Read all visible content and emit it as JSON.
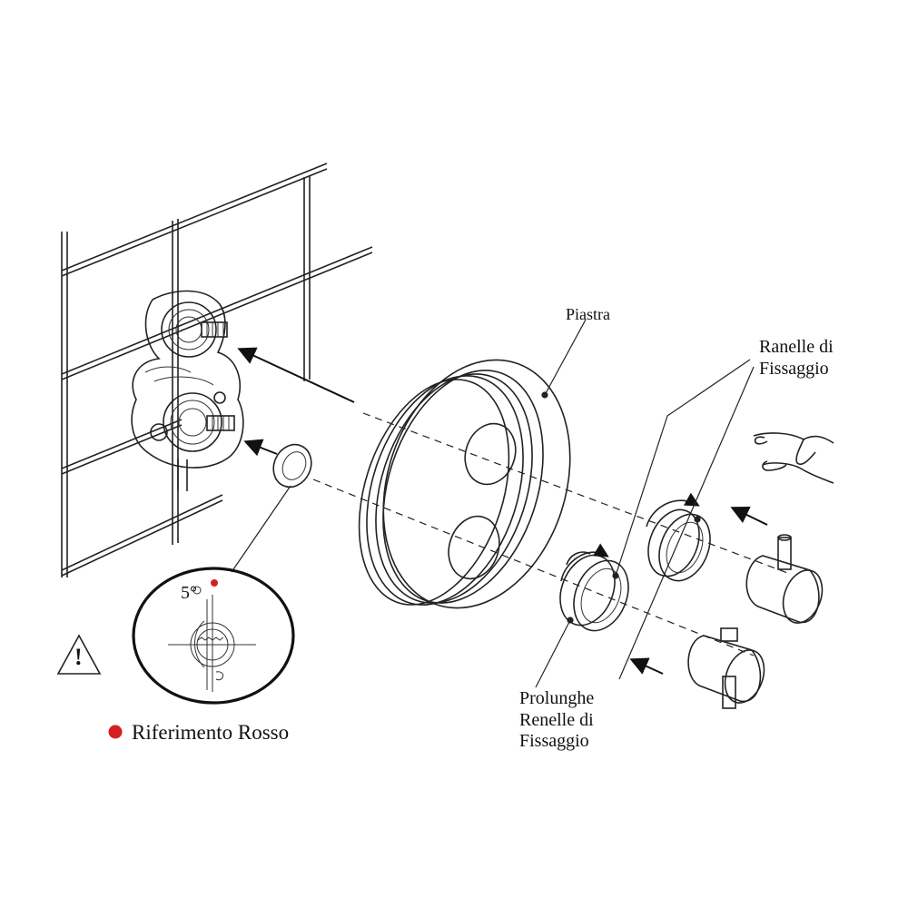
{
  "labels": {
    "piastra": "Piastra",
    "ranelle": "Ranelle di\nFissaggio",
    "prolunghe": "Prolunghe\nRenelle di\nFissaggio",
    "riferimento": "Riferimento Rosso",
    "degrees": "5°",
    "warning_symbol": "!"
  },
  "colors": {
    "line": "#222222",
    "accent_red": "#d42020",
    "background": "#ffffff"
  },
  "icons": [
    "warning-triangle-icon",
    "red-dot-icon",
    "hand-icon"
  ]
}
